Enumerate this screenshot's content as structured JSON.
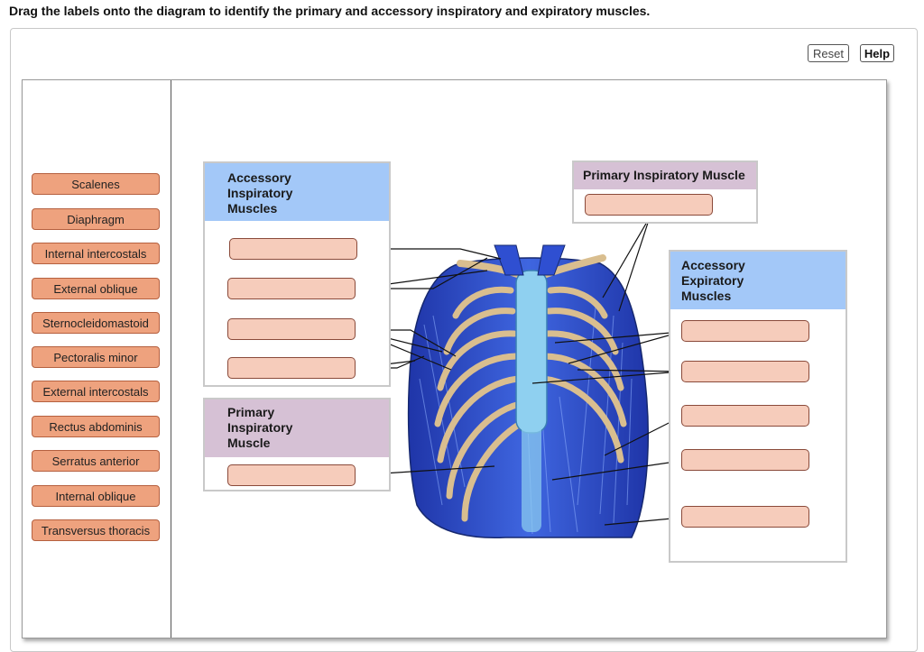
{
  "instruction": "Drag the labels onto the diagram to identify the primary and accessory inspiratory and expiratory muscles.",
  "toolbar": {
    "reset_label": "Reset",
    "help_label": "Help"
  },
  "labels": [
    "Scalenes",
    "Diaphragm",
    "Internal intercostals",
    "External oblique",
    "Sternocleidomastoid",
    "Pectoralis minor",
    "External intercostals",
    "Rectus abdominis",
    "Serratus anterior",
    "Internal oblique",
    "Transversus thoracis"
  ],
  "groups": {
    "accessory_inspiratory": "Accessory Inspiratory Muscles",
    "primary_inspiratory_bottom": "Primary Inspiratory Muscle",
    "primary_inspiratory_top": "Primary Inspiratory Muscle",
    "accessory_expiratory": "Accessory Expiratory Muscles"
  },
  "colors": {
    "label_fill": "#eea27e",
    "target_fill": "#f6ccbb",
    "accessory_header": "#a3c8f8",
    "primary_header": "#d6c1d5",
    "muscle_blue": "#2f4fd1",
    "bone_tan": "#d9be8f"
  }
}
